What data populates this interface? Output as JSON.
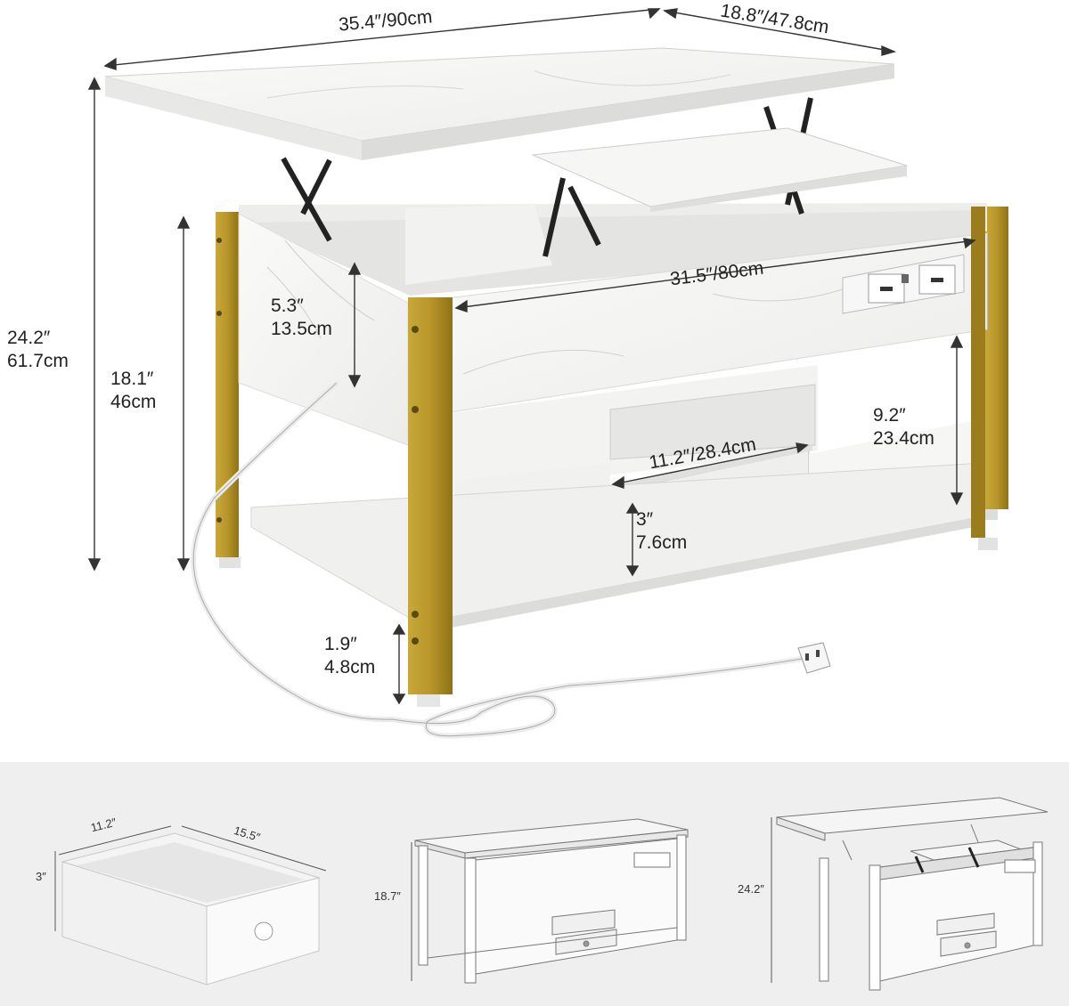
{
  "dimensions": {
    "top_width": "35.4″/90cm",
    "top_depth": "18.8″/47.8cm",
    "total_height_in": "24.2″",
    "total_height_cm": "61.7cm",
    "base_height_in": "18.1″",
    "base_height_cm": "46cm",
    "storage_depth_in": "5.3″",
    "storage_depth_cm": "13.5cm",
    "inner_width": "31.5″/80cm",
    "shelf_height_in": "9.2″",
    "shelf_height_cm": "23.4cm",
    "drawer_width": "11.2″/28.4cm",
    "drawer_height_in": "3″",
    "drawer_height_cm": "7.6cm",
    "leg_clearance_in": "1.9″",
    "leg_clearance_cm": "4.8cm"
  },
  "thumbnails": {
    "drawer_width": "11.2″",
    "drawer_length": "15.5″",
    "drawer_height": "3″",
    "closed_height": "18.7″",
    "open_height": "24.2″"
  },
  "colors": {
    "gold": "#b8962a",
    "gold_dark": "#8f7219",
    "marble": "#f4f4f2",
    "panel_bg": "#efefef",
    "line": "#333333"
  }
}
